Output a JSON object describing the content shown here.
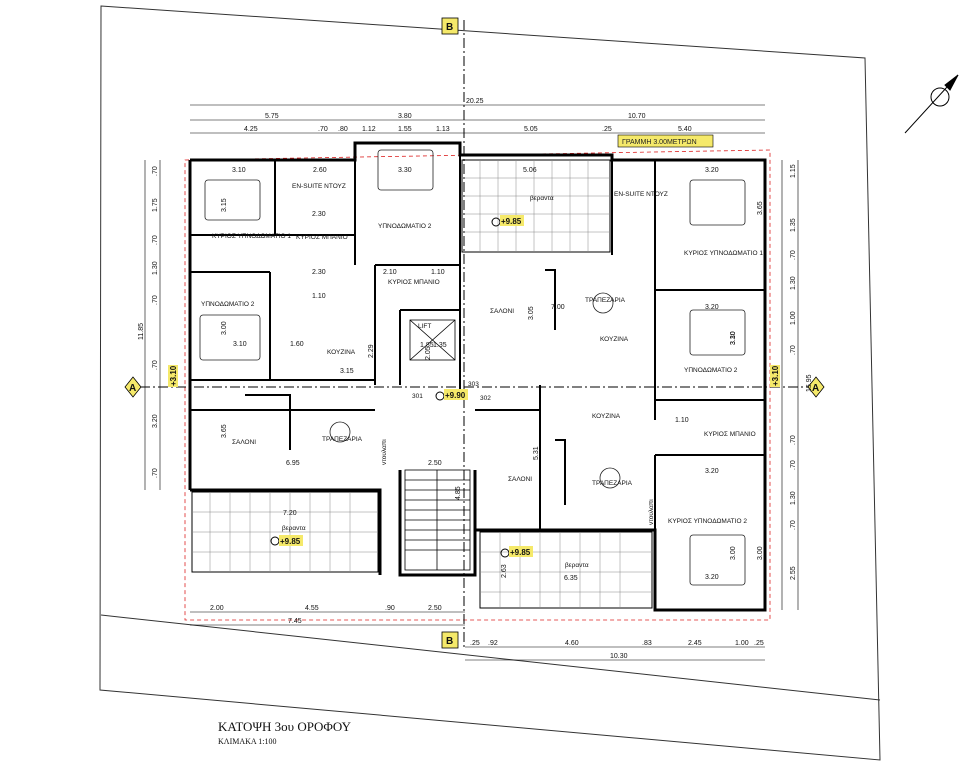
{
  "title": "ΚΑΤΟΨΗ 3ου ΟΡΟΦΟΥ",
  "scale": "ΚΛΙΜΑΚΑ 1:100",
  "setback_label": "ΓΡΑΜΜΗ 3.00ΜΕΤΡΩΝ",
  "section_marks": {
    "b": "B",
    "a": "A"
  },
  "levels": {
    "l985": "+9.85",
    "l990": "+9.90",
    "l310": "+3.10"
  },
  "rooms": {
    "master_left": "ΚΥΡΙΟΣ ΥΠΝΟΔΩΜΑΤΙΟ 1",
    "ensuite_left": "EN-SUITE ΝΤΟΥΖ",
    "bath_left": "ΚΥΡΙΟΣ ΜΠΑΝΙΟ",
    "bed2_top": "ΥΠΝΟΔΩΜΑΤΙΟ 2",
    "bed2_left": "ΥΠΝΟΔΩΜΑΤΙΟ 2",
    "bath_mid": "ΚΥΡΙΟΣ ΜΠΑΝΙΟ",
    "lift": "LIFT",
    "saloni_top": "ΣΑΛΟΝΙ",
    "trapezaria_top": "ΤΡΑΠΕΖΑΡΙΑ",
    "kouzina_top": "ΚΟΥΖΙΝΑ",
    "kouzina_left": "ΚΟΥΖΙΝΑ",
    "saloni_left": "ΣΑΛΟΝΙ",
    "trapezaria_left": "ΤΡΑΠΕΖΑΡΙΑ",
    "veranda_top": "βεραντα",
    "veranda_left": "βεραντα",
    "veranda_bottom": "βεραντα",
    "ensuite_right": "EN-SUITE ΝΤΟΥΖ",
    "master_right": "ΚΥΡΙΟΣ ΥΠΝΟΔΩΜΑΤΙΟ 1",
    "bed2_right": "ΥΠΝΟΔΩΜΑΤΙΟ 2",
    "kouzina_mid": "ΚΟΥΖΙΝΑ",
    "bath_right": "ΚΥΡΙΟΣ ΜΠΑΝΙΟ",
    "saloni_bottom": "ΣΑΛΟΝΙ",
    "trapezaria_bottom": "ΤΡΑΠΕΖΑΡΙΑ",
    "master_bottom": "ΚΥΡΙΟΣ ΥΠΝΟΔΩΜΑΤΙΟ 2",
    "storage_left": "ντουλαπι",
    "storage_right": "ντουλαπι",
    "flat301": "301",
    "flat302": "302",
    "flat303": "303"
  },
  "dims_top": [
    "20.25",
    "3.80",
    "5.75",
    "10.70",
    "4.25",
    ".70",
    ".80",
    "1.12",
    "1.55",
    "1.13",
    "5.05",
    ".25",
    "5.40"
  ],
  "dims_bottom": [
    "2.00",
    "4.55",
    ".90",
    "2.50",
    "7.45",
    ".25",
    ".92",
    "4.60",
    ".83",
    "2.45",
    "1.00",
    ".25",
    "10.30"
  ],
  "dims_left": [
    ".70",
    "1.75",
    ".70",
    "1.30",
    ".70",
    "11.85",
    ".70",
    "3.20",
    ".70"
  ],
  "dims_right": [
    "1.15",
    "1.35",
    ".70",
    "1.30",
    "1.00",
    ".70",
    "15.95",
    ".70",
    ".70",
    "1.30",
    ".70",
    "2.55"
  ],
  "dims_inner": [
    "3.10",
    "2.60",
    "2.30",
    "3.30",
    "3.15",
    "2.30",
    "2.10",
    "1.10",
    "1.10",
    "3.00",
    "3.10",
    "1.60",
    "3.15",
    "5.06",
    "3.20",
    "3.65",
    "3.20",
    "1.10",
    "3.00",
    "3.10",
    "3.20",
    "2.50",
    "6.95",
    "7.20",
    "6.35",
    "5.31",
    "3.65",
    "4.85",
    "2.63",
    "3.30",
    "3.00",
    "3.20",
    "7.00",
    "1.35",
    "3.05",
    "2.05",
    "1.85",
    "2.29"
  ]
}
